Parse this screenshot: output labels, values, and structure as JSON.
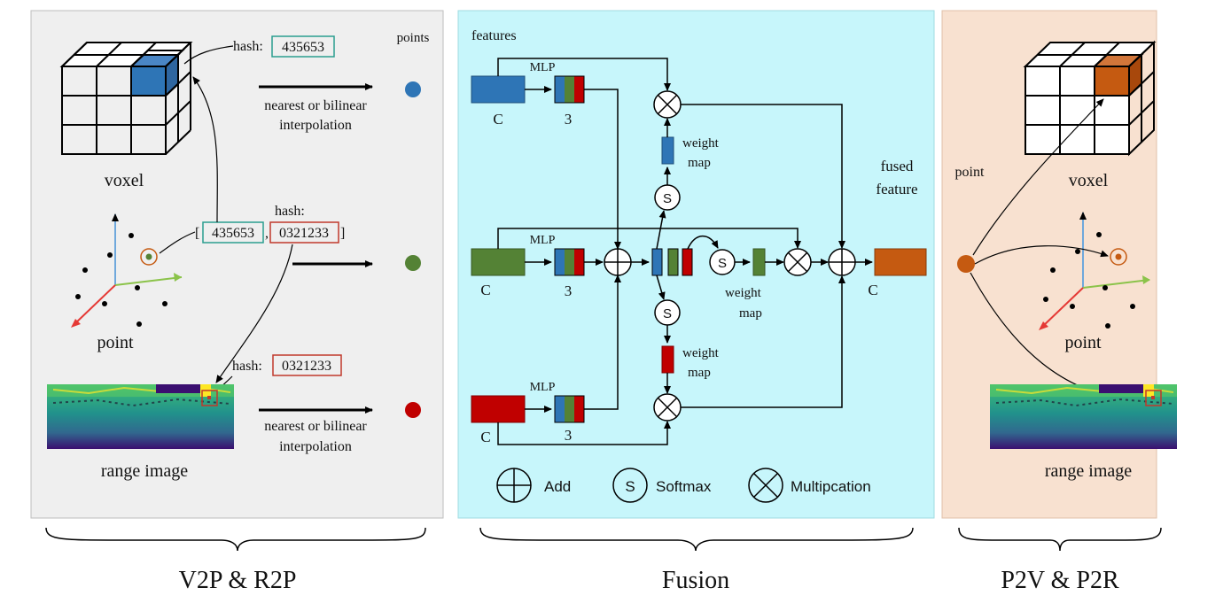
{
  "panels": {
    "left": {
      "caption": "V2P & R2P",
      "bg": "#efefef"
    },
    "middle": {
      "caption": "Fusion",
      "bg": "#c7f6fb"
    },
    "right": {
      "caption": "P2V & P2R",
      "bg": "#f8e1d0"
    }
  },
  "left": {
    "points_label": "points",
    "hash_prefix": "hash:",
    "hash_voxel": "435653",
    "hash_point_title": "hash:",
    "hash_open": "[",
    "hash_sep": ",",
    "hash_close": "]",
    "hash_range": "0321233",
    "voxel_label": "voxel",
    "point_label": "point",
    "range_label": "range image",
    "interp_top_line1": "nearest or bilinear",
    "interp_top_line2": "interpolation",
    "interp_bot_line1": "nearest or bilinear",
    "interp_bot_line2": "interpolation"
  },
  "fusion": {
    "features_label": "features",
    "mlp_label": "MLP",
    "c_label": "C",
    "three_label": "3",
    "weight_label": "weight",
    "map_label": "map",
    "softmax_symbol": "S",
    "fused_line1": "fused",
    "fused_line2": "feature",
    "legend": {
      "add": "Add",
      "softmax": "Softmax",
      "mult": "Multipcation"
    }
  },
  "right": {
    "point_label_top": "point",
    "voxel_label": "voxel",
    "point_label": "point",
    "range_label": "range image"
  },
  "colors": {
    "blue": "#2e75b6",
    "green": "#548235",
    "red": "#c00000",
    "orange": "#c55a11",
    "teal_box": "#2a9d8f",
    "red_box": "#c0392b"
  }
}
